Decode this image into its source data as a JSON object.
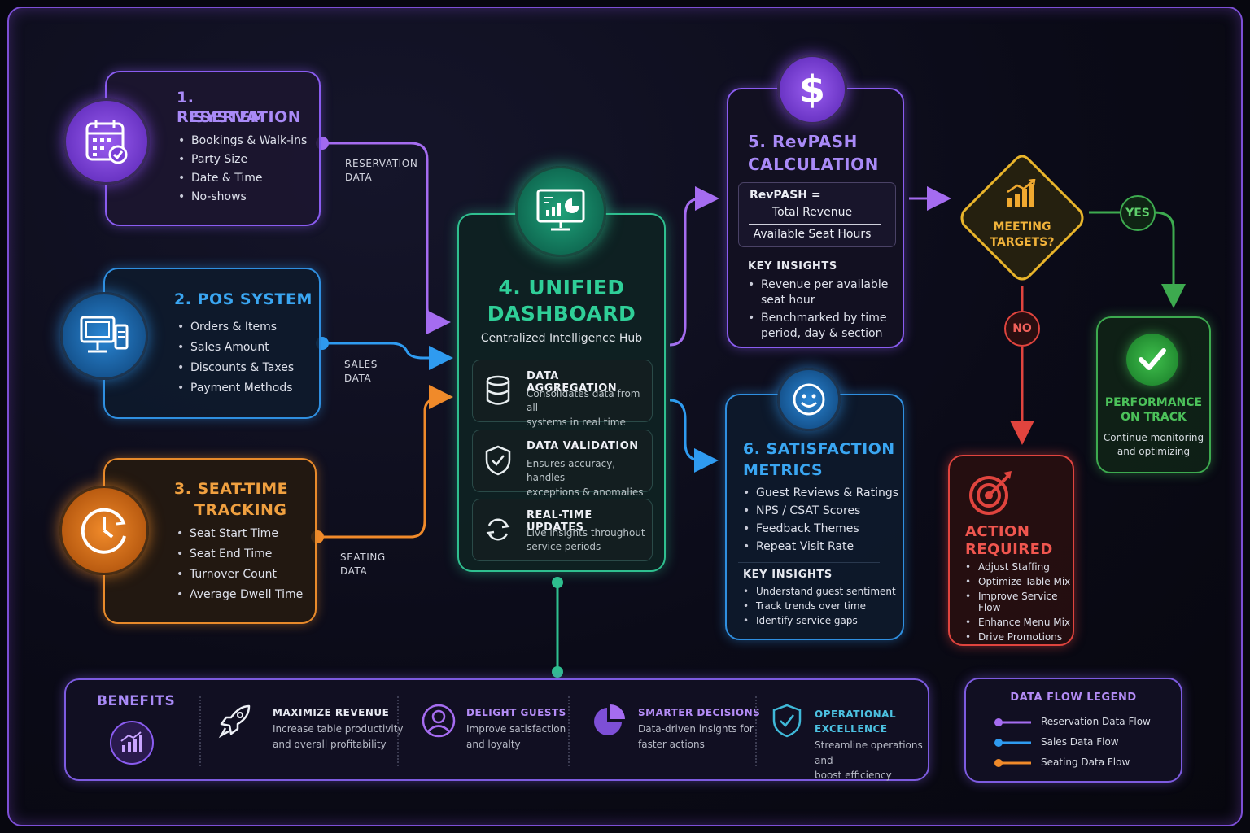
{
  "reservation": {
    "title_line1": "1. RESERVATION",
    "title_line2": "SYSTEM",
    "items": [
      "Bookings & Walk-ins",
      "Party Size",
      "Date & Time",
      "No-shows"
    ],
    "flow_label_line1": "RESERVATION",
    "flow_label_line2": "DATA",
    "icon": "calendar-check-icon"
  },
  "pos": {
    "title": "2. POS SYSTEM",
    "items": [
      "Orders & Items",
      "Sales Amount",
      "Discounts & Taxes",
      "Payment Methods"
    ],
    "flow_label_line1": "SALES",
    "flow_label_line2": "DATA",
    "icon": "pos-terminal-icon"
  },
  "seat_time": {
    "title_line1": "3. SEAT-TIME",
    "title_line2": "TRACKING",
    "items": [
      "Seat Start Time",
      "Seat End Time",
      "Turnover Count",
      "Average Dwell Time"
    ],
    "flow_label_line1": "SEATING",
    "flow_label_line2": "DATA",
    "icon": "clock-icon"
  },
  "dashboard": {
    "title_line1": "4. UNIFIED",
    "title_line2": "DASHBOARD",
    "subtitle": "Centralized Intelligence Hub",
    "icon": "monitor-chart-icon",
    "modules": [
      {
        "title": "DATA AGGREGATION",
        "desc_line1": "Consolidates data from all",
        "desc_line2": "systems in real time",
        "icon": "database-icon"
      },
      {
        "title": "DATA VALIDATION",
        "desc_line1": "Ensures accuracy, handles",
        "desc_line2": "exceptions & anomalies",
        "icon": "shield-check-icon"
      },
      {
        "title": "REAL-TIME UPDATES",
        "desc_line1": "Live insights throughout",
        "desc_line2": "service periods",
        "icon": "refresh-icon"
      }
    ]
  },
  "revpash": {
    "title_line1": "5. RevPASH",
    "title_line2": "CALCULATION",
    "icon": "dollar-icon",
    "formula_label": "RevPASH =",
    "numerator": "Total Revenue",
    "denominator": "Available Seat Hours",
    "insights_heading": "KEY INSIGHTS",
    "insight1_line1": "Revenue per available",
    "insight1_line2": "seat hour",
    "insight2_line1": "Benchmarked by time",
    "insight2_line2": "period, day & section"
  },
  "satisfaction": {
    "title_line1": "6. SATISFACTION",
    "title_line2": "METRICS",
    "icon": "smiley-icon",
    "items": [
      "Guest Reviews & Ratings",
      "NPS / CSAT Scores",
      "Feedback Themes",
      "Repeat Visit Rate"
    ],
    "insights_heading": "KEY INSIGHTS",
    "insights": [
      "Understand guest sentiment",
      "Track trends over time",
      "Identify service gaps"
    ]
  },
  "decision": {
    "line1": "MEETING",
    "line2": "TARGETS?",
    "yes": "YES",
    "no": "NO",
    "icon": "bar-growth-icon"
  },
  "on_track": {
    "line1": "PERFORMANCE",
    "line2": "ON TRACK",
    "desc_line1": "Continue monitoring",
    "desc_line2": "and optimizing",
    "icon": "check-circle-icon"
  },
  "action": {
    "line1": "ACTION",
    "line2": "REQUIRED",
    "icon": "target-icon",
    "items": [
      "Adjust Staffing",
      "Optimize Table Mix",
      "Improve Service Flow",
      "Enhance Menu Mix",
      "Drive Promotions"
    ]
  },
  "benefits": {
    "heading": "BENEFITS",
    "icon": "growth-chart-icon",
    "items": [
      {
        "title": "MAXIMIZE REVENUE",
        "desc_line1": "Increase table productivity",
        "desc_line2": "and overall profitability",
        "icon": "rocket-icon"
      },
      {
        "title": "DELIGHT GUESTS",
        "desc_line1": "Improve satisfaction",
        "desc_line2": "and loyalty",
        "icon": "user-icon"
      },
      {
        "title": "SMARTER DECISIONS",
        "desc_line1": "Data-driven insights for",
        "desc_line2": "faster actions",
        "icon": "pie-chart-icon"
      },
      {
        "title_line1": "OPERATIONAL",
        "title_line2": "EXCELLENCE",
        "desc_line1": "Streamline operations and",
        "desc_line2": "boost efficiency",
        "icon": "shield-check-icon"
      }
    ]
  },
  "legend": {
    "heading": "DATA FLOW LEGEND",
    "items": [
      {
        "label": "Reservation Data Flow",
        "color": "#a56cf0"
      },
      {
        "label": "Sales Data Flow",
        "color": "#2f9bf0"
      },
      {
        "label": "Seating Data Flow",
        "color": "#f08a2a"
      }
    ]
  },
  "colors": {
    "purple": "#8a5cf0",
    "blue": "#2f8fe0",
    "orange": "#e88a2b",
    "teal": "#2fbf8f",
    "yellow": "#e8b42b",
    "green": "#3daa4f",
    "red": "#e0443e"
  }
}
